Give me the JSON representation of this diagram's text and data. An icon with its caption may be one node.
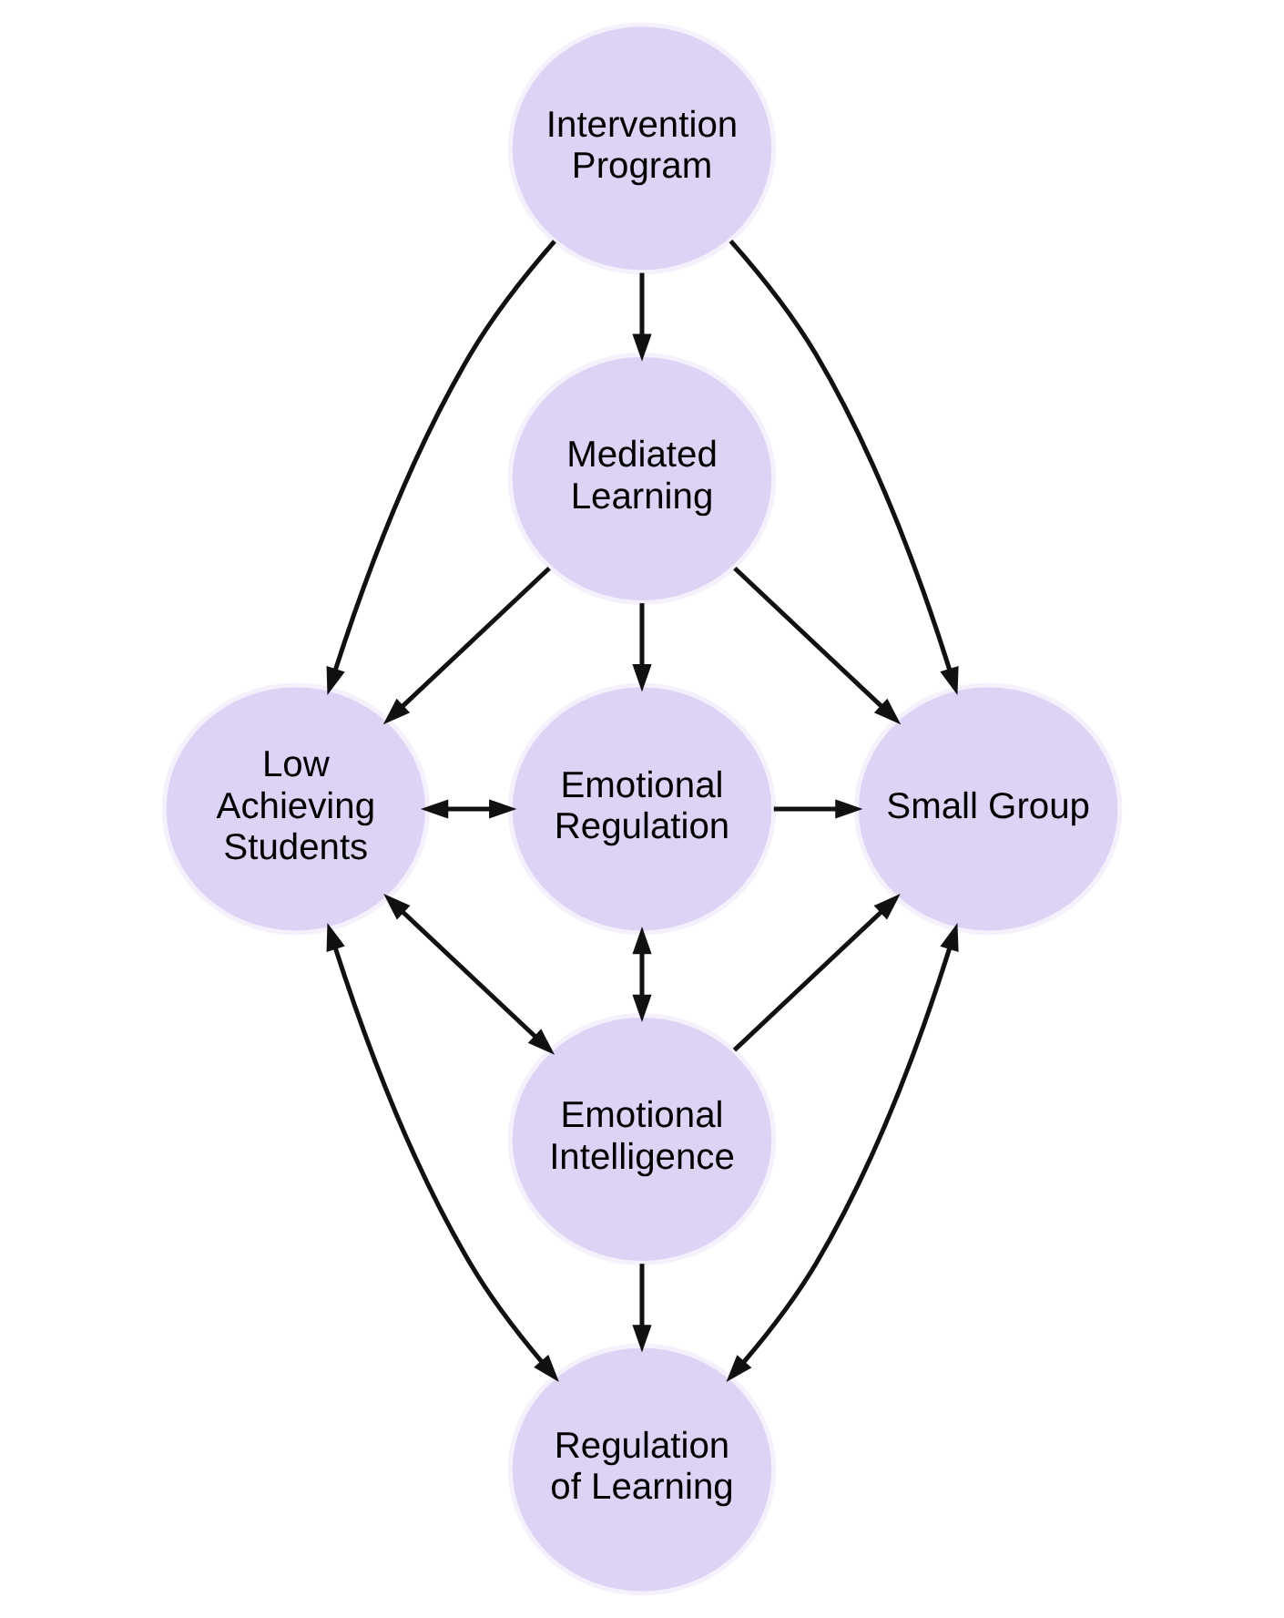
{
  "diagram": {
    "nodes": [
      {
        "text": [
          "Intervention Program"
        ]
      },
      {
        "text": [
          "Mediated Learning"
        ]
      },
      {
        "text": [
          "Low Achieving Students"
        ]
      },
      {
        "text": [
          "Emotional Regulation"
        ]
      },
      {
        "text": [
          "Small Group"
        ]
      },
      {
        "text": [
          "Emotional Intelligence"
        ]
      },
      {
        "text": [
          "Regulation of Learning"
        ]
      }
    ],
    "edges": [
      {
        "from": 0,
        "to": 1,
        "arrow": "to"
      },
      {
        "from": 0,
        "to": 2,
        "arrow": "to"
      },
      {
        "from": 0,
        "to": 4,
        "arrow": "to"
      },
      {
        "from": 1,
        "to": 2,
        "arrow": "to"
      },
      {
        "from": 1,
        "to": 3,
        "arrow": "to"
      },
      {
        "from": 1,
        "to": 4,
        "arrow": "to"
      },
      {
        "from": 2,
        "to": 3,
        "arrow": "both"
      },
      {
        "from": 3,
        "to": 4,
        "arrow": "to"
      },
      {
        "from": 3,
        "to": 5,
        "arrow": "both"
      },
      {
        "from": 2,
        "to": 5,
        "arrow": "both"
      },
      {
        "from": 5,
        "to": 4,
        "arrow": "to"
      },
      {
        "from": 5,
        "to": 6,
        "arrow": "to"
      },
      {
        "from": 2,
        "to": 6,
        "arrow": "both"
      },
      {
        "from": 4,
        "to": 6,
        "arrow": "both"
      }
    ]
  }
}
